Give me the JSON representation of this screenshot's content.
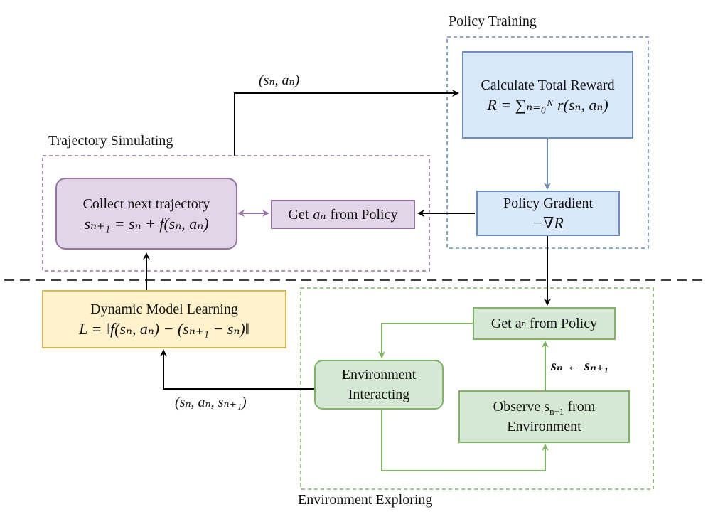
{
  "groups": {
    "policy_training": "Policy Training",
    "trajectory_simulating": "Trajectory Simulating",
    "environment_exploring": "Environment Exploring"
  },
  "boxes": {
    "calc_reward": {
      "title": "Calculate Total Reward",
      "formula": "R = ∑ₙ₌₀ᴺ r(sₙ, aₙ)"
    },
    "policy_gradient": {
      "title": "Policy Gradient",
      "formula": "−∇R"
    },
    "collect_traj": {
      "title": "Collect next trajectory",
      "formula": "sₙ₊₁ = sₙ + f(sₙ, aₙ)"
    },
    "get_an_sim": {
      "prefix": "Get",
      "var": "aₙ",
      "suffix": "from Policy"
    },
    "dyn_model": {
      "title": "Dynamic Model Learning",
      "formula": "L = ‖f(sₙ, aₙ) − (sₙ₊₁ − sₙ)‖"
    },
    "get_an_env": {
      "prefix": "Get a",
      "sub": "n",
      "suffix": "from Policy"
    },
    "env_interact": {
      "line1": "Environment",
      "line2": "Interacting"
    },
    "observe": {
      "prefix": "Observe s",
      "sub": "n+1",
      "suffix": "from",
      "line2": "Environment"
    }
  },
  "edge_labels": {
    "sn_an": "(sₙ, aₙ)",
    "sn_update": "sₙ ← sₙ₊₁",
    "sn_an_sn1": "(sₙ, aₙ, sₙ₊₁)"
  },
  "colors": {
    "purple_fill": "#e1d5e7",
    "purple_stroke": "#9673a6",
    "blue_fill": "#dae8fc",
    "blue_stroke": "#6c8ebf",
    "yellow_fill": "#fff2cc",
    "yellow_stroke": "#d6b656",
    "green_fill": "#d5e8d4",
    "green_stroke": "#82b366"
  }
}
